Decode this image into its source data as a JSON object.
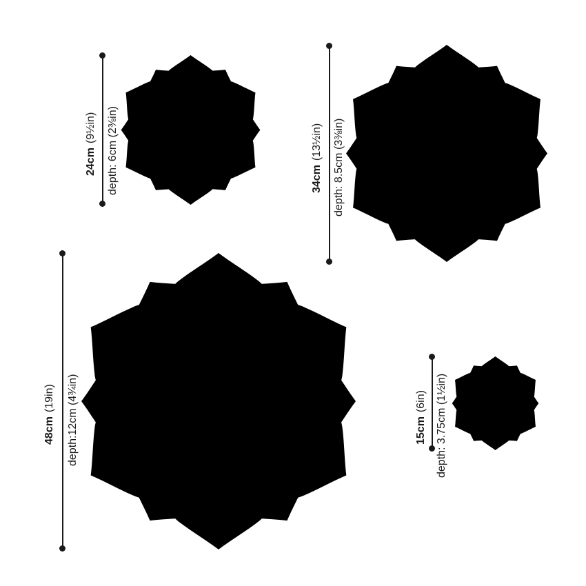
{
  "colors": {
    "petal_fill": "#F5E6CC",
    "petal_stroke": "#4A4A45",
    "inner_stroke": "#7A7468",
    "dimension_line": "#1A1A1A",
    "background": "#FFFFFF"
  },
  "flowers": [
    {
      "id": "small",
      "size_label": "24cm",
      "size_imperial": "(9½in)",
      "depth_label": "depth: 6cm (2⅜in)"
    },
    {
      "id": "medium",
      "size_label": "34cm",
      "size_imperial": "(13½in)",
      "depth_label": "depth: 8.5cm (3⅜in)"
    },
    {
      "id": "large",
      "size_label": "48cm",
      "size_imperial": "(19in)",
      "depth_label": "depth:12cm (4¾in)"
    },
    {
      "id": "tiny",
      "size_label": "15cm",
      "size_imperial": "(6in)",
      "depth_label": "depth: 3.75cm (1½in)"
    }
  ]
}
